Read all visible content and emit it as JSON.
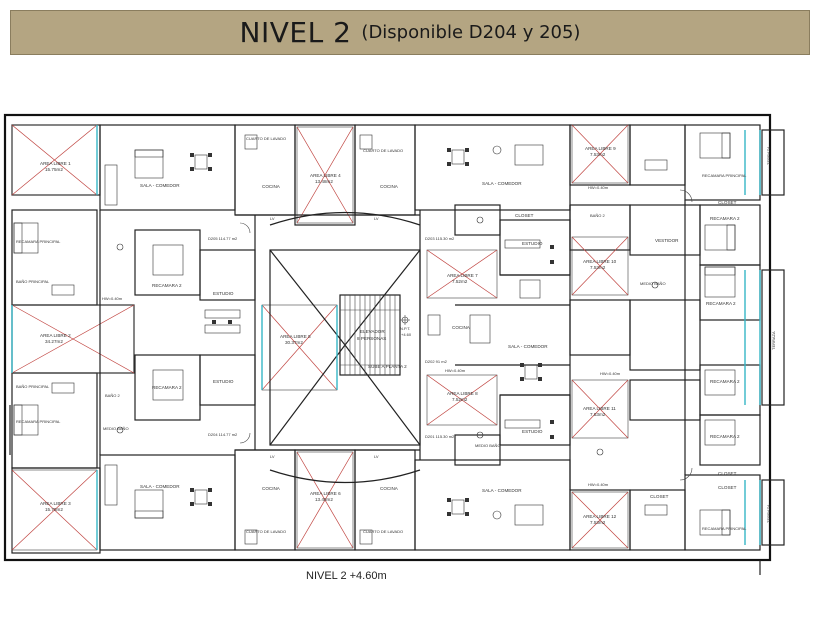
{
  "header": {
    "title": "NIVEL 2",
    "subtitle": "(Disponible D204 y 205)"
  },
  "plan": {
    "caption": "NIVEL 2 +4.60m",
    "core": {
      "elevator": "ELEVADOR",
      "elevator_capacity": "8 PERSONAS",
      "stairs": "SUBE A PLANTA 2",
      "level_mark": "N.P.T.",
      "level_value": "+4.60"
    },
    "rooms": [
      {
        "label": "AREA LIBRE 1",
        "area": "15.75m2"
      },
      {
        "label": "AREA LIBRE 2",
        "area": "34.27m2"
      },
      {
        "label": "AREA LIBRE 3",
        "area": "15.75m2"
      },
      {
        "label": "AREA LIBRE 4",
        "area": "13.48m2"
      },
      {
        "label": "AREA LIBRE 5",
        "area": "30.37m2"
      },
      {
        "label": "AREA LIBRE 6",
        "area": "13.48m2"
      },
      {
        "label": "AREA LIBRE 7",
        "area": "7.52m2"
      },
      {
        "label": "AREA LIBRE 8",
        "area": "7.52m2"
      },
      {
        "label": "AREA LIBRE 9",
        "area": "7.53m2"
      },
      {
        "label": "AREA LIBRE 10",
        "area": "7.53m2"
      },
      {
        "label": "AREA LIBRE 11",
        "area": "7.53m2"
      },
      {
        "label": "AREA LIBRE 12",
        "area": "7.53m2"
      },
      {
        "label": "SALA - COMEDOR"
      },
      {
        "label": "SALA - COMEDOR"
      },
      {
        "label": "SALA - COMEDOR"
      },
      {
        "label": "SALA - COMEDOR"
      },
      {
        "label": "SALA - COMEDOR"
      },
      {
        "label": "CUARTO DE LAVADO"
      },
      {
        "label": "CUARTO DE LAVADO"
      },
      {
        "label": "CUARTO DE LAVADO"
      },
      {
        "label": "CUARTO DE LAVADO"
      },
      {
        "label": "COCINA"
      },
      {
        "label": "COCINA"
      },
      {
        "label": "COCINA"
      },
      {
        "label": "COCINA"
      },
      {
        "label": "COCINA"
      },
      {
        "label": "RECAMARA PRINCIPAL"
      },
      {
        "label": "RECAMARA PRINCIPAL"
      },
      {
        "label": "RECAMARA PRINCIPAL"
      },
      {
        "label": "RECAMARA PRINCIPAL"
      },
      {
        "label": "RECAMARA 2"
      },
      {
        "label": "RECAMARA 2"
      },
      {
        "label": "RECAMARA 2"
      },
      {
        "label": "RECAMARA 2"
      },
      {
        "label": "RECAMARA 2"
      },
      {
        "label": "RECAMARA 2"
      },
      {
        "label": "BAÑO PRINCIPAL"
      },
      {
        "label": "BAÑO PRINCIPAL"
      },
      {
        "label": "BAÑO 2"
      },
      {
        "label": "BAÑO 2"
      },
      {
        "label": "MEDIO BAÑO"
      },
      {
        "label": "MEDIO BAÑO"
      },
      {
        "label": "MEDIO BAÑO"
      },
      {
        "label": "ESTUDIO"
      },
      {
        "label": "ESTUDIO"
      },
      {
        "label": "ESTUDIO"
      },
      {
        "label": "ESTUDIO"
      },
      {
        "label": "CLOSET"
      },
      {
        "label": "CLOSET"
      },
      {
        "label": "CLOSET"
      },
      {
        "label": "CLOSET"
      },
      {
        "label": "CLOSET"
      },
      {
        "label": "VESTIDOR"
      },
      {
        "label": "TERRAZA"
      },
      {
        "label": "TERRAZA"
      },
      {
        "label": "TERRAZA"
      },
      {
        "label": "D205 114.77 m2"
      },
      {
        "label": "D204 114.77 m2"
      },
      {
        "label": "D203 115.30 m2"
      },
      {
        "label": "D202 91 m2"
      },
      {
        "label": "D201 115.30 m2"
      },
      {
        "label": "LV"
      },
      {
        "label": "LV"
      },
      {
        "label": "LV"
      },
      {
        "label": "LV"
      },
      {
        "label": "HW=0.40m"
      },
      {
        "label": "HW=0.40m"
      },
      {
        "label": "HW=0.40m"
      },
      {
        "label": "HW=0.40m"
      },
      {
        "label": "HW=0.40m"
      }
    ]
  }
}
